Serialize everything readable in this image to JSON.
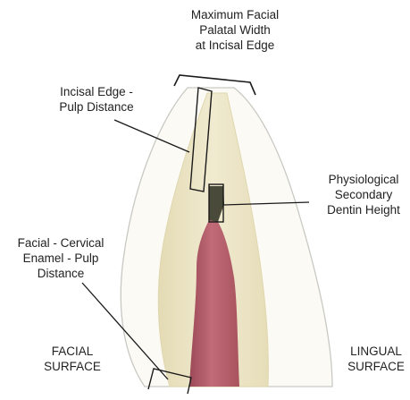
{
  "labels": {
    "max_width": [
      "Maximum Facial",
      "Palatal Width",
      "at Incisal Edge"
    ],
    "incisal_pulp": [
      "Incisal Edge -",
      "Pulp Distance"
    ],
    "secondary_dentin": [
      "Physiological",
      "Secondary",
      "Dentin Height"
    ],
    "cervical_enamel": [
      "Facial - Cervical",
      "Enamel - Pulp",
      "Distance"
    ],
    "facial_surface": [
      "FACIAL",
      "SURFACE"
    ],
    "lingual_surface": [
      "LINGUAL",
      "SURFACE"
    ]
  },
  "colors": {
    "crown_outline": "#c9c9c4",
    "dentin": "#ede6c8",
    "enamel_edge": "#e3dab0",
    "pulp": "#b8616e",
    "pulp_dark": "#8a3f4b",
    "secondary_dentin": "#4a4a3a",
    "line": "#1a1a1a"
  }
}
